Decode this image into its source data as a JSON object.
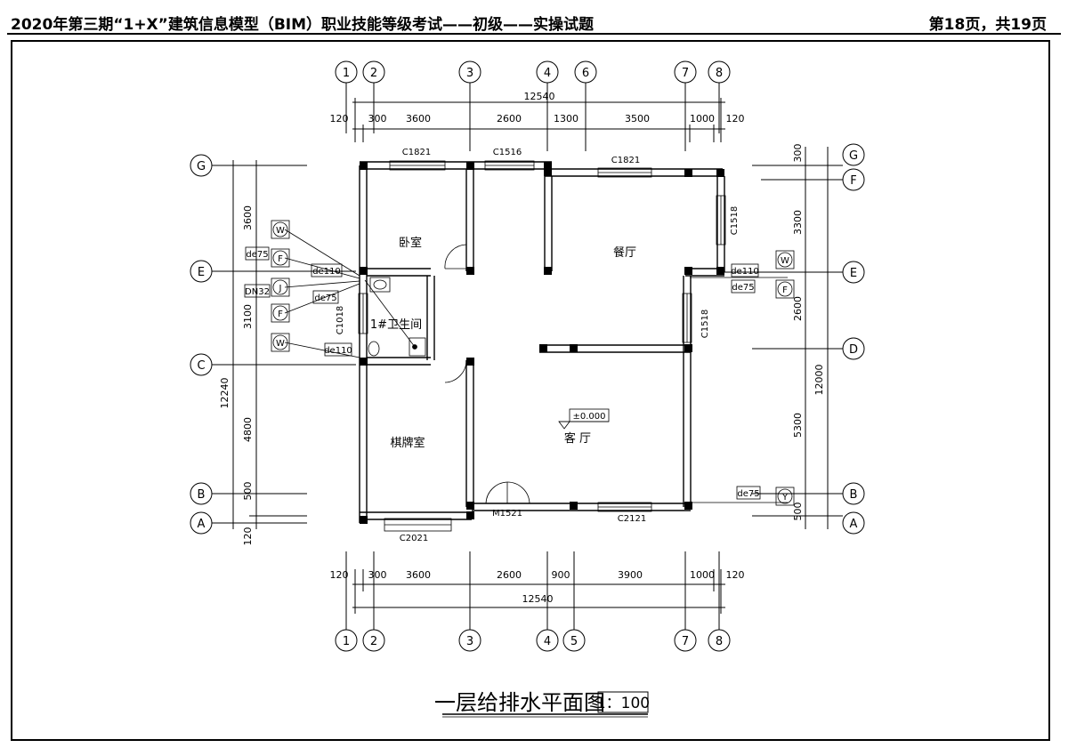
{
  "header": {
    "exam_title": "2020年第三期“1+X”建筑信息模型（BIM）职业技能等级考试——初级——实操试题",
    "page_info": "第18页，共19页"
  },
  "drawing": {
    "title": "一层给排水平面图",
    "scale": "1：100",
    "axes_top": [
      "1",
      "2",
      "3",
      "4",
      "6",
      "7",
      "8"
    ],
    "axes_bottom": [
      "1",
      "2",
      "3",
      "4",
      "5",
      "7",
      "8"
    ],
    "axes_left": [
      "G",
      "E",
      "C",
      "B",
      "A"
    ],
    "axes_right": [
      "G",
      "F",
      "E",
      "D",
      "B",
      "A"
    ],
    "dims_top_total": "12540",
    "dims_top": [
      "120",
      "300",
      "3600",
      "2600",
      "1300",
      "3500",
      "1000",
      "120"
    ],
    "dims_bottom_total": "12540",
    "dims_bottom": [
      "120",
      "300",
      "3600",
      "2600",
      "900",
      "3900",
      "1000",
      "120"
    ],
    "dims_left_total": "12240",
    "dims_left": [
      "3600",
      "3100",
      "4800",
      "500",
      "120"
    ],
    "dims_right_total": "12000",
    "dims_right": [
      "300",
      "3300",
      "2600",
      "5300",
      "500"
    ],
    "rooms": {
      "bedroom": "卧室",
      "dining": "餐厅",
      "bathroom": "1#卫生间",
      "chess_room": "棋牌室",
      "living": "客 厅"
    },
    "level": "±0.000",
    "windows": {
      "c1821_top": "C1821",
      "c1516_top": "C1516",
      "c1821_dining": "C1821",
      "c1518_east": "C1518",
      "c1018": "C1018",
      "c1518_inner": "C1518",
      "c2021": "C2021",
      "c2121": "C2121",
      "m1521": "M1521"
    },
    "pipes_left": {
      "de75_a": "de75",
      "de110_a": "de110",
      "dn32": "DN32",
      "de75_b": "de75",
      "de110_b": "de110",
      "tag_w1": "W",
      "tag_f1": "F",
      "tag_j": "J",
      "tag_f2": "F",
      "tag_w2": "W"
    },
    "pipes_right": {
      "de110": "de110",
      "de75": "de75",
      "de75_b": "de75",
      "tag_w": "W",
      "tag_f": "F",
      "tag_y": "Y"
    }
  }
}
